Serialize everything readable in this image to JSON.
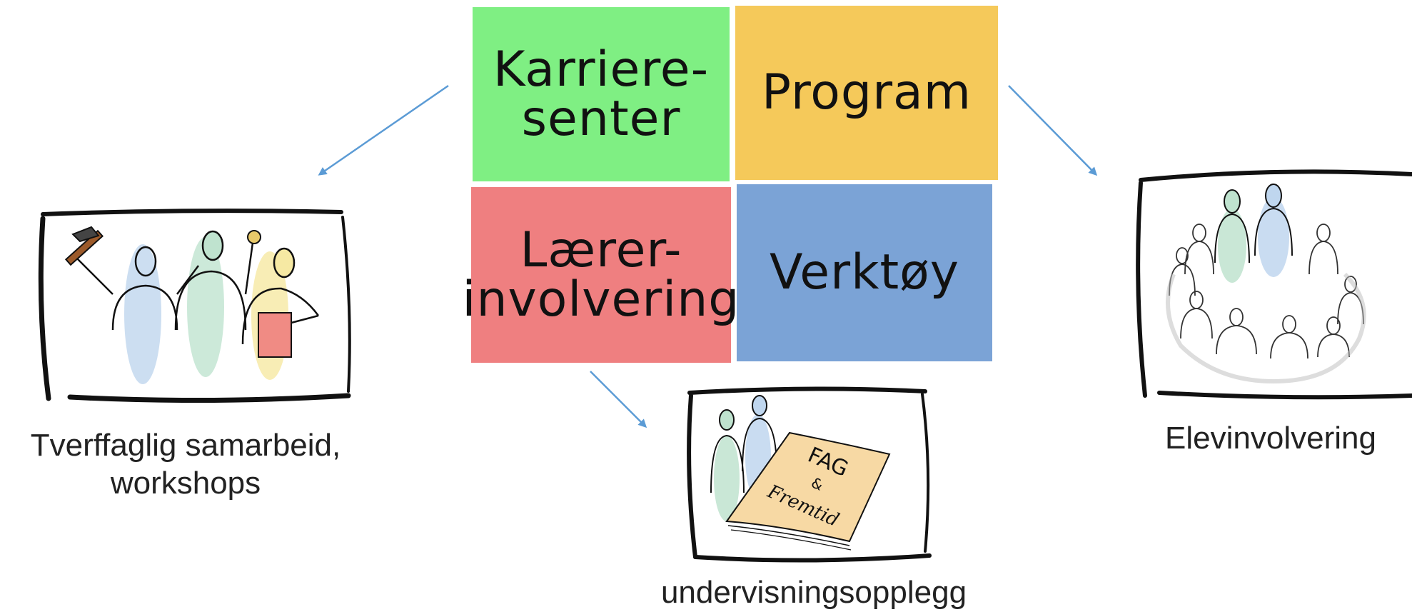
{
  "tiles": {
    "karriere": {
      "line1": "Karriere-",
      "line2": "senter",
      "color": "#7FEF83"
    },
    "program": {
      "line1": "Program",
      "color": "#F5C95A"
    },
    "larer": {
      "line1": "Lærer-",
      "line2": "involvering",
      "color": "#EF7F80"
    },
    "verktoy": {
      "line1": "Verktøy",
      "color": "#7BA3D6"
    }
  },
  "captions": {
    "left_line1": "Tverffaglig samarbeid,",
    "left_line2": "workshops",
    "bottom": "undervisningsopplegg",
    "right": "Elevinvolvering"
  },
  "icons": {
    "left": "team-with-tools-icon",
    "bottom": "teachers-with-document-icon",
    "right": "student-group-icon"
  },
  "document_text": {
    "line1": "FAG",
    "line2": "&",
    "line3": "Fremtid"
  },
  "colors": {
    "arrow": "#5B9BD5",
    "frame": "#111111"
  }
}
